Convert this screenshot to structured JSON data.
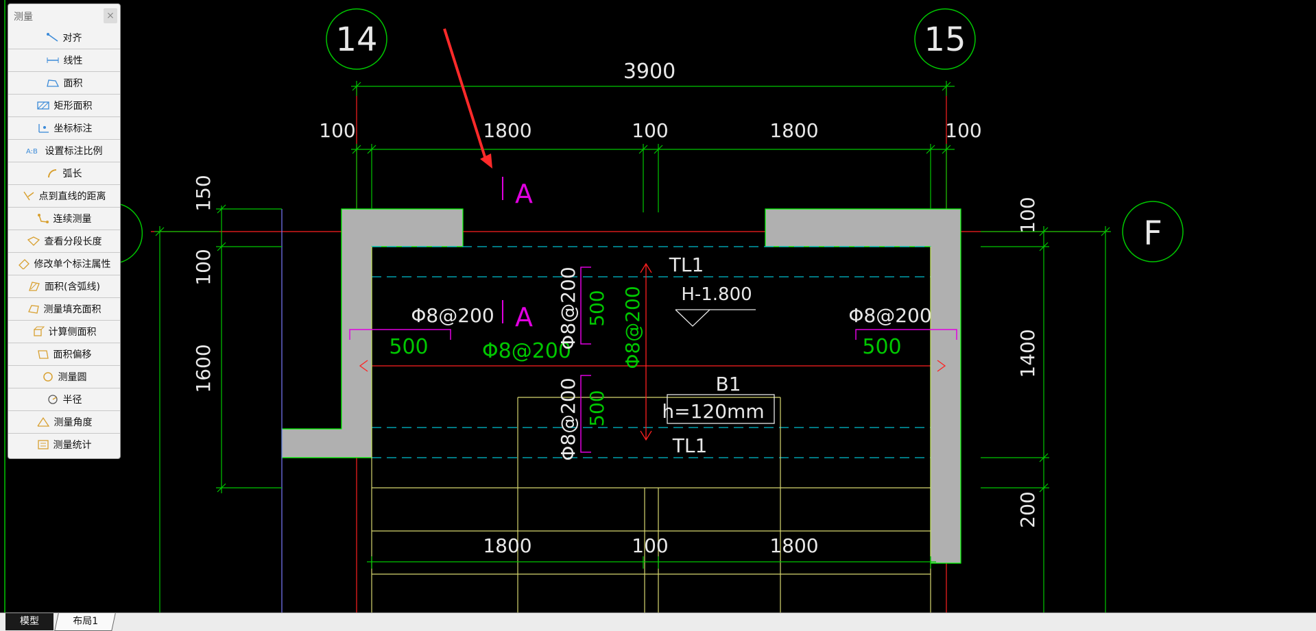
{
  "palette": {
    "title": "测量",
    "close": "×",
    "items": [
      {
        "label": "对齐",
        "icon": "align-icon"
      },
      {
        "label": "线性",
        "icon": "linear-icon"
      },
      {
        "label": "面积",
        "icon": "area-icon"
      },
      {
        "label": "矩形面积",
        "icon": "rect-area-icon"
      },
      {
        "label": "坐标标注",
        "icon": "coord-icon"
      },
      {
        "label": "设置标注比例",
        "icon": "scale-icon"
      },
      {
        "label": "弧长",
        "icon": "arc-icon"
      },
      {
        "label": "点到直线的距离",
        "icon": "point-line-icon"
      },
      {
        "label": "连续测量",
        "icon": "continuous-icon"
      },
      {
        "label": "查看分段长度",
        "icon": "segment-icon"
      },
      {
        "label": "修改单个标注属性",
        "icon": "edit-dim-icon"
      },
      {
        "label": "面积(含弧线)",
        "icon": "arc-area-icon"
      },
      {
        "label": "测量填充面积",
        "icon": "fill-area-icon"
      },
      {
        "label": "计算侧面积",
        "icon": "side-area-icon"
      },
      {
        "label": "面积偏移",
        "icon": "offset-icon"
      },
      {
        "label": "测量圆",
        "icon": "circle-icon"
      },
      {
        "label": "半径",
        "icon": "radius-icon"
      },
      {
        "label": "测量角度",
        "icon": "angle-icon"
      },
      {
        "label": "测量统计",
        "icon": "stats-icon"
      }
    ]
  },
  "tabs": {
    "model": "模型",
    "layout": "布局1"
  },
  "drawing": {
    "grid_labels": {
      "g14": "14",
      "g15": "15",
      "gF": "F"
    },
    "dims": {
      "total": "3900",
      "top": [
        "100",
        "1800",
        "100",
        "1800",
        "100"
      ],
      "bottom": [
        "1800",
        "100",
        "1800"
      ],
      "left": [
        "150",
        "100",
        "1600"
      ],
      "right": [
        "100",
        "1400",
        "200"
      ]
    },
    "section_marks": [
      "A",
      "A"
    ],
    "rebar": {
      "left_spec": "Φ8@200",
      "left_len": "500",
      "center_spec": "Φ8@200",
      "right_spec": "Φ8@200",
      "right_len": "500",
      "vert_spec": "Φ8@200",
      "vert_spec2": "Φ8@200",
      "vert_len_a": "500",
      "vert_len_b": "500",
      "vert_spec3": "Φ8@200"
    },
    "beam_top": "TL1",
    "beam_bottom": "TL1",
    "elevation": "H-1.800",
    "slab_name": "B1",
    "slab_thk": "h=120mm"
  },
  "colors": {
    "background": "#000000",
    "grid_line": "#ff2020",
    "dimension": "#00c800",
    "wall_fill": "#b0b0b0",
    "wall_edge": "#00ff00",
    "rebar_magenta": "#e000e0",
    "beam_cyan": "#00c0d0",
    "stair_yellow": "#d8d870",
    "arrow_red": "#ff2a2a",
    "text_white": "#e8e8e8"
  }
}
